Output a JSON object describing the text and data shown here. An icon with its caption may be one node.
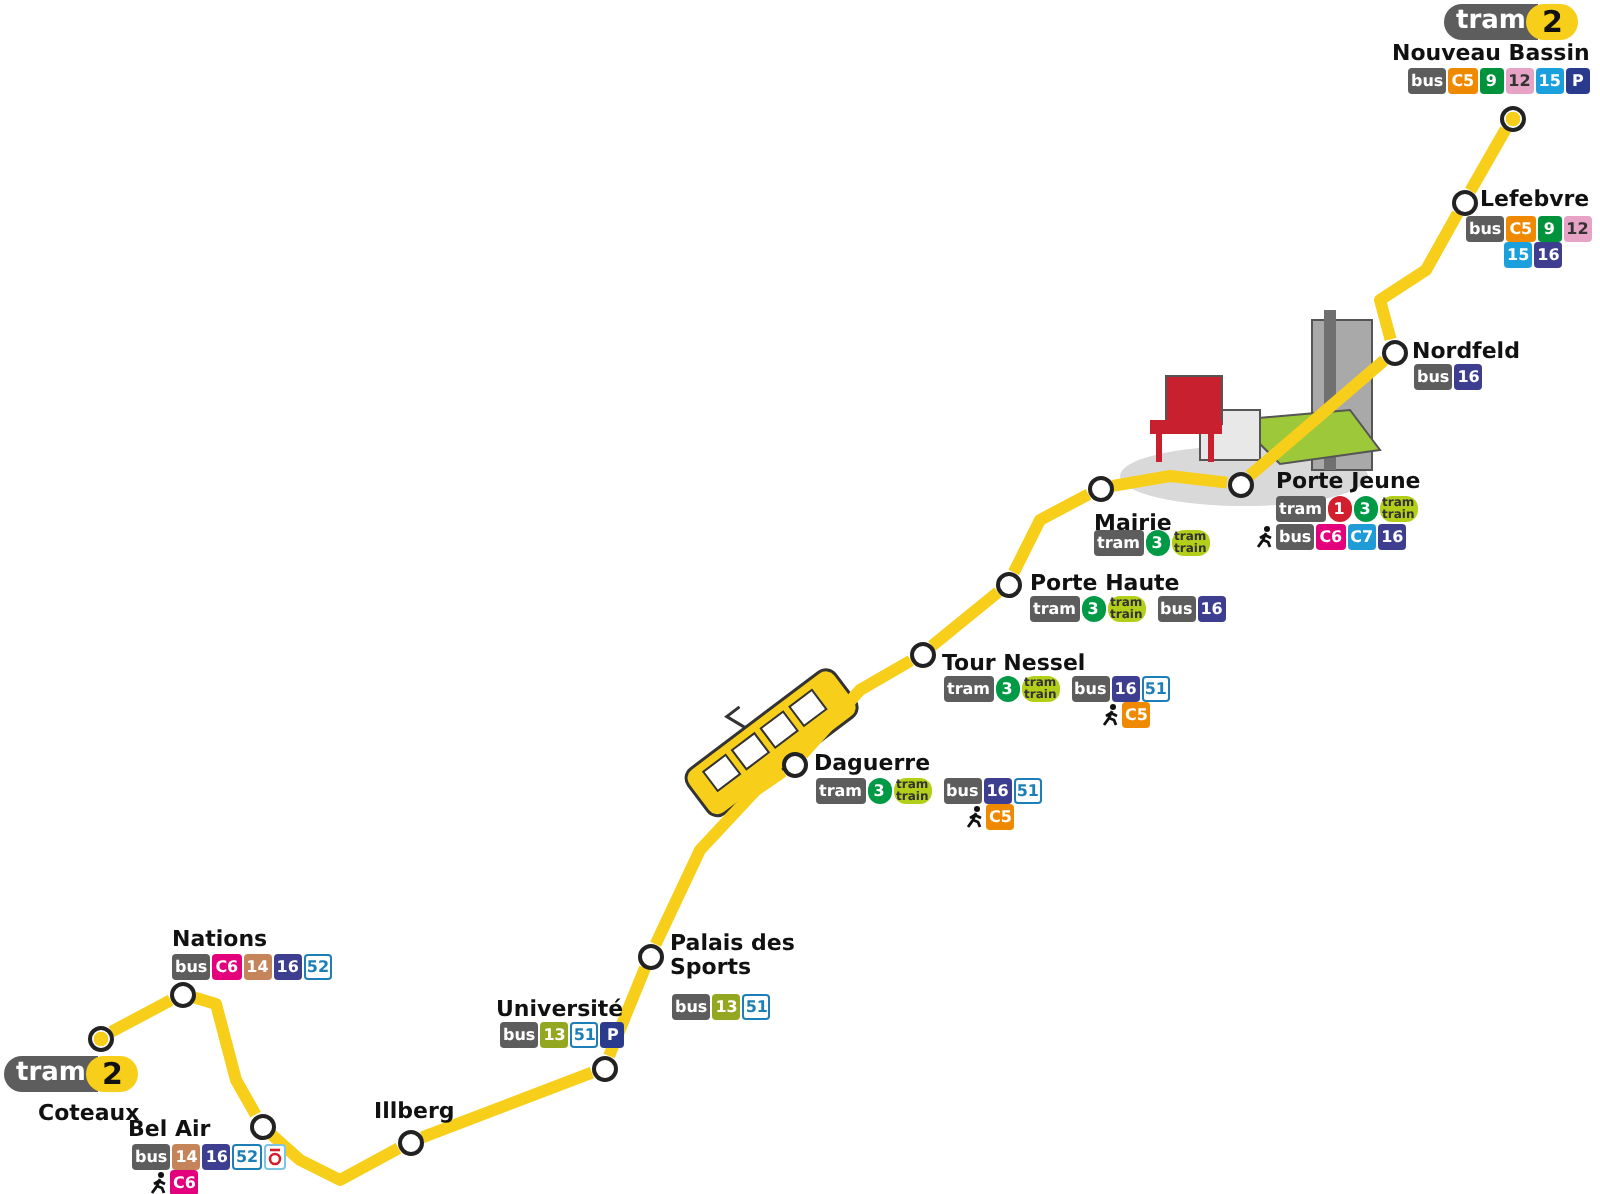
{
  "diagram": {
    "nodes": [
      {
        "text": [
          "tram",
          "2",
          "Coteaux"
        ]
      },
      {
        "text": [
          "Nations",
          "bus",
          "C6",
          "14",
          "16",
          "52"
        ]
      },
      {
        "text": [
          "Bel Air",
          "bus",
          "14",
          "16",
          "52",
          "C6"
        ]
      },
      {
        "text": [
          "Illberg"
        ]
      },
      {
        "text": [
          "Université",
          "bus",
          "13",
          "51",
          "P"
        ]
      },
      {
        "text": [
          "Palais des Sports",
          "bus",
          "13",
          "51"
        ]
      },
      {
        "text": [
          "Daguerre",
          "tram",
          "3",
          "tram train",
          "bus",
          "16",
          "51",
          "C5"
        ]
      },
      {
        "text": [
          "Tour Nessel",
          "tram",
          "3",
          "tram train",
          "bus",
          "16",
          "51",
          "C5"
        ]
      },
      {
        "text": [
          "Porte Haute",
          "tram",
          "3",
          "tram train",
          "bus",
          "16"
        ]
      },
      {
        "text": [
          "Mairie",
          "tram",
          "3",
          "tram train"
        ]
      },
      {
        "text": [
          "Porte Jeune",
          "tram",
          "1",
          "3",
          "tram train",
          "bus",
          "C6",
          "C7",
          "16"
        ]
      },
      {
        "text": [
          "Nordfeld",
          "bus",
          "16"
        ]
      },
      {
        "text": [
          "Lefebvre",
          "bus",
          "C5",
          "9",
          "12",
          "15",
          "16"
        ]
      },
      {
        "text": [
          "tram",
          "2",
          "Nouveau Bassin",
          "bus",
          "C5",
          "9",
          "12",
          "15",
          "P"
        ]
      }
    ],
    "edges": [
      {
        "from": 0,
        "to": 1,
        "arrow": "none"
      },
      {
        "from": 1,
        "to": 2,
        "arrow": "none"
      },
      {
        "from": 2,
        "to": 3,
        "arrow": "none"
      },
      {
        "from": 3,
        "to": 4,
        "arrow": "none"
      },
      {
        "from": 4,
        "to": 5,
        "arrow": "none"
      },
      {
        "from": 5,
        "to": 6,
        "arrow": "none"
      },
      {
        "from": 6,
        "to": 7,
        "arrow": "none"
      },
      {
        "from": 7,
        "to": 8,
        "arrow": "none"
      },
      {
        "from": 8,
        "to": 9,
        "arrow": "none"
      },
      {
        "from": 9,
        "to": 10,
        "arrow": "none"
      },
      {
        "from": 10,
        "to": 11,
        "arrow": "none"
      },
      {
        "from": 11,
        "to": 12,
        "arrow": "none"
      },
      {
        "from": 12,
        "to": 13,
        "arrow": "none"
      }
    ]
  }
}
